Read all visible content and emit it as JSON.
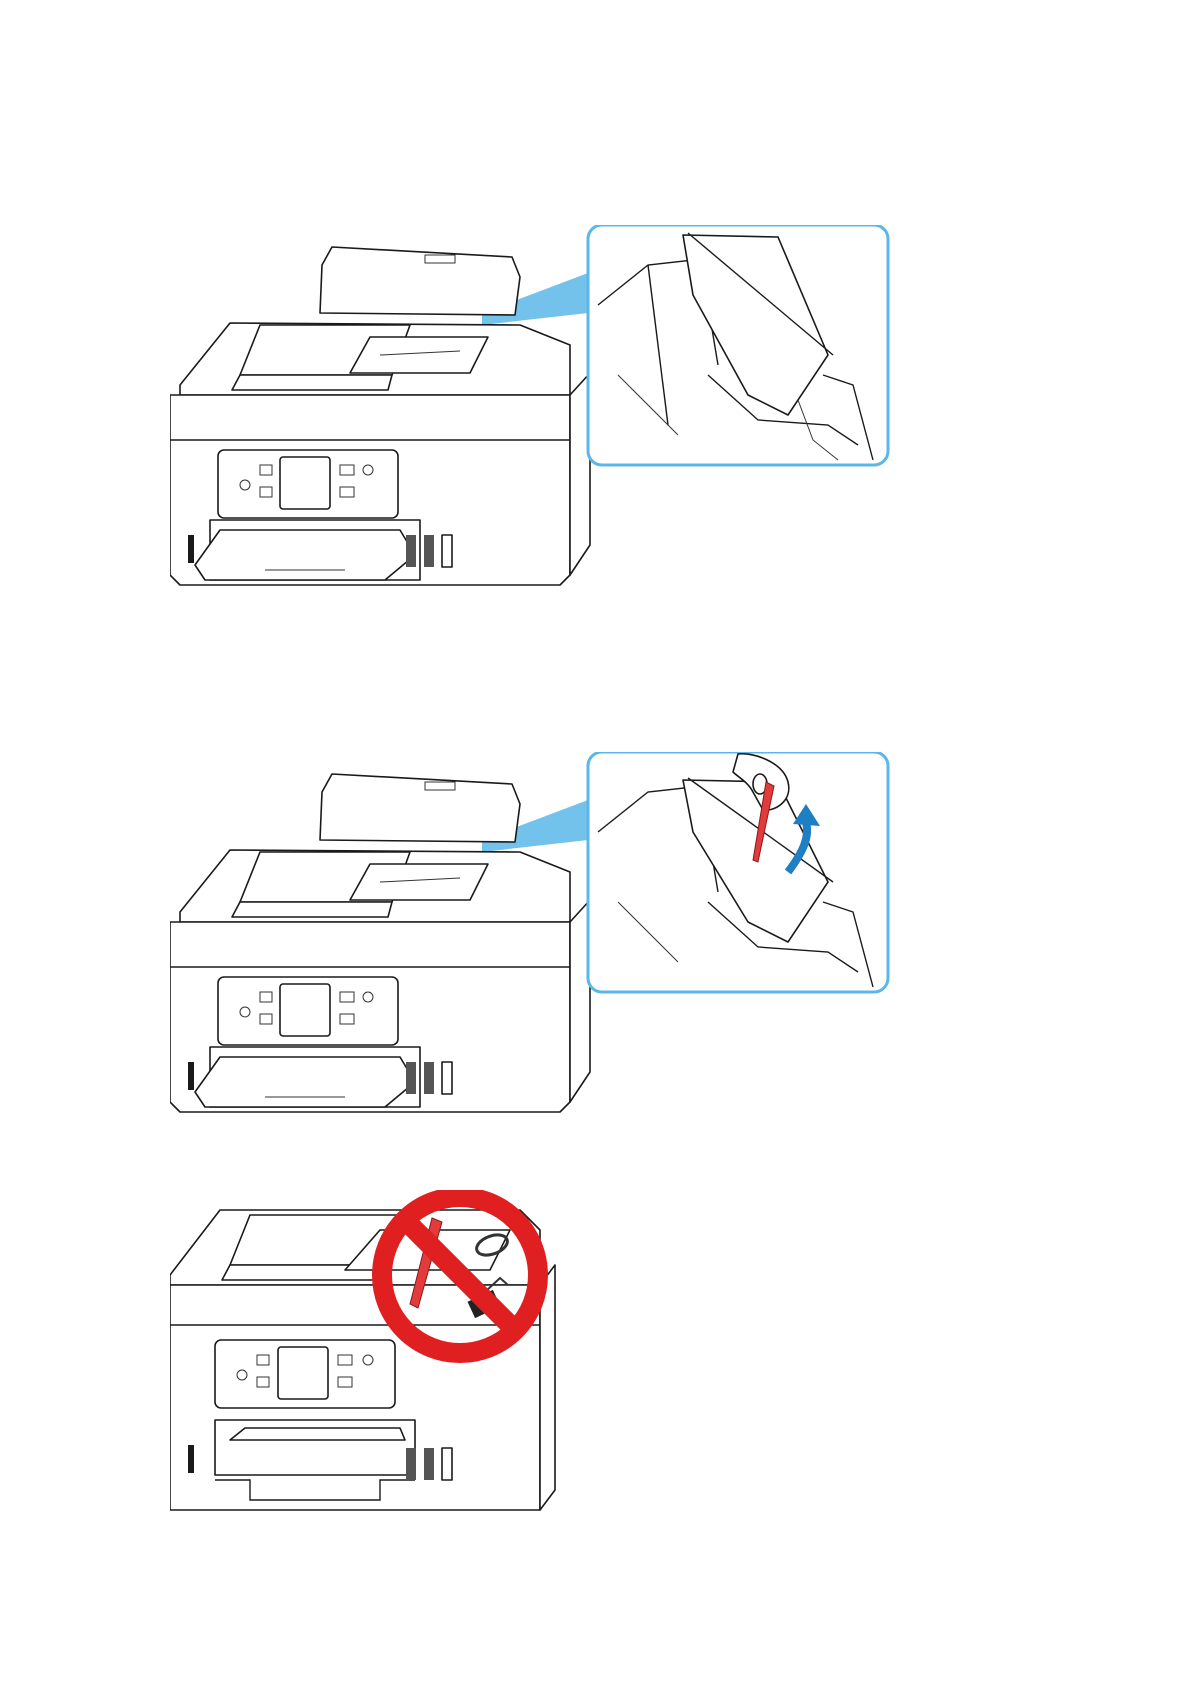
{
  "figures": [
    {
      "icons": [
        "printer-illustration",
        "callout-rear-tray-icon"
      ],
      "accent": "#5bb7e8"
    },
    {
      "icons": [
        "printer-illustration",
        "callout-hand-removing-object-icon",
        "curved-arrow-icon"
      ],
      "accent": "#5bb7e8",
      "arrow_color": "#1f7fc4",
      "object_color": "#e23b3b"
    },
    {
      "icons": [
        "printer-illustration",
        "prohibition-sign-icon",
        "pen-icon",
        "paper-clip-icon",
        "binder-clip-icon"
      ],
      "prohibition_color": "#e02020"
    }
  ]
}
